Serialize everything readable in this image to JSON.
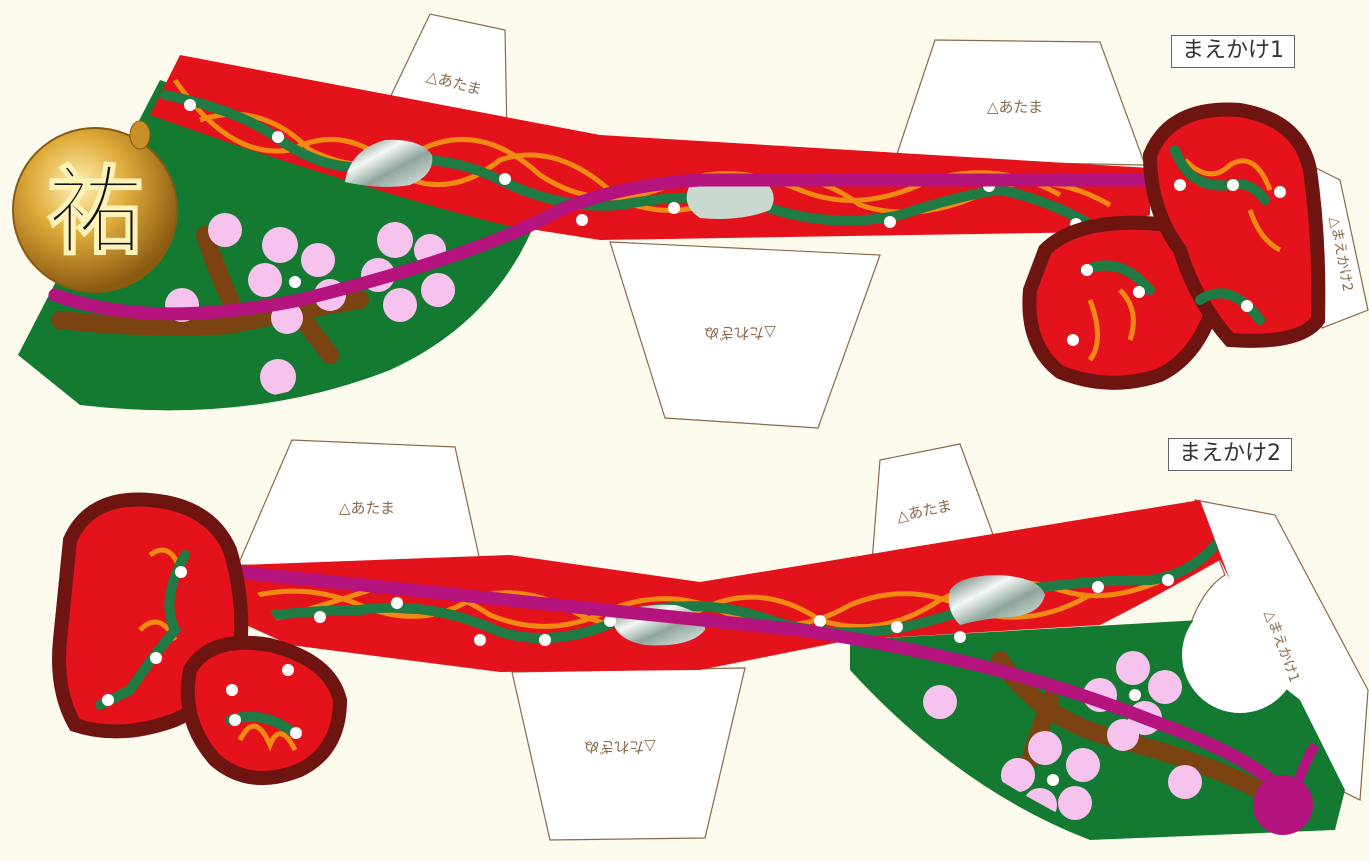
{
  "sheet1": {
    "label": "まえかけ1",
    "tab_top_left": "△あたま",
    "tab_top_right": "△あたま",
    "tab_bottom": "△たれぎぬ",
    "tab_right": "△まえかけ2",
    "emblem_char": "祐"
  },
  "sheet2": {
    "label": "まえかけ2",
    "tab_top_left": "△あたま",
    "tab_top_right": "△あたま",
    "tab_bottom": "△たれぎぬ",
    "tab_right": "△まえかけ1"
  },
  "colors": {
    "background": "#fdfbee",
    "red": "#e3121b",
    "dark_red": "#6e1511",
    "green": "#147a32",
    "cord": "#b5137e",
    "vine": "#1f7a43",
    "wave": "#f18a12",
    "blossom": "#f6c3ef",
    "branch": "#7a4311",
    "gold": "#d4a030",
    "tab_fill": "#ffffff",
    "tab_stroke": "#8a6a4a",
    "tab_text": "#8a6a4a"
  }
}
